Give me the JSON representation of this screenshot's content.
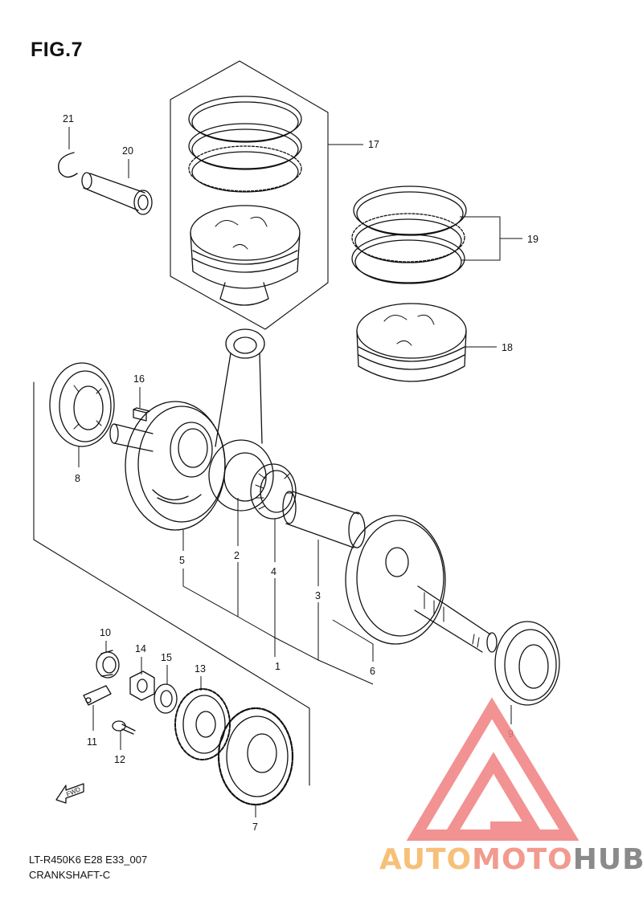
{
  "figure": {
    "title": "FIG.7",
    "footer_code": "LT-R450K6 E28 E33_007",
    "footer_name": "CRANKSHAFT-C",
    "fwd_label": "FWD"
  },
  "callouts": [
    "1",
    "2",
    "3",
    "4",
    "5",
    "6",
    "7",
    "8",
    "9",
    "10",
    "11",
    "12",
    "13",
    "14",
    "15",
    "16",
    "17",
    "18",
    "19",
    "20",
    "21"
  ],
  "watermark": {
    "part1": "AUTO",
    "part2": "MOTO",
    "part3": "HUB",
    "color_part1": "#f7c07a",
    "color_part2": "#f29a8e",
    "color_part3": "#8a8a8a",
    "logo_color": "#f08080"
  }
}
